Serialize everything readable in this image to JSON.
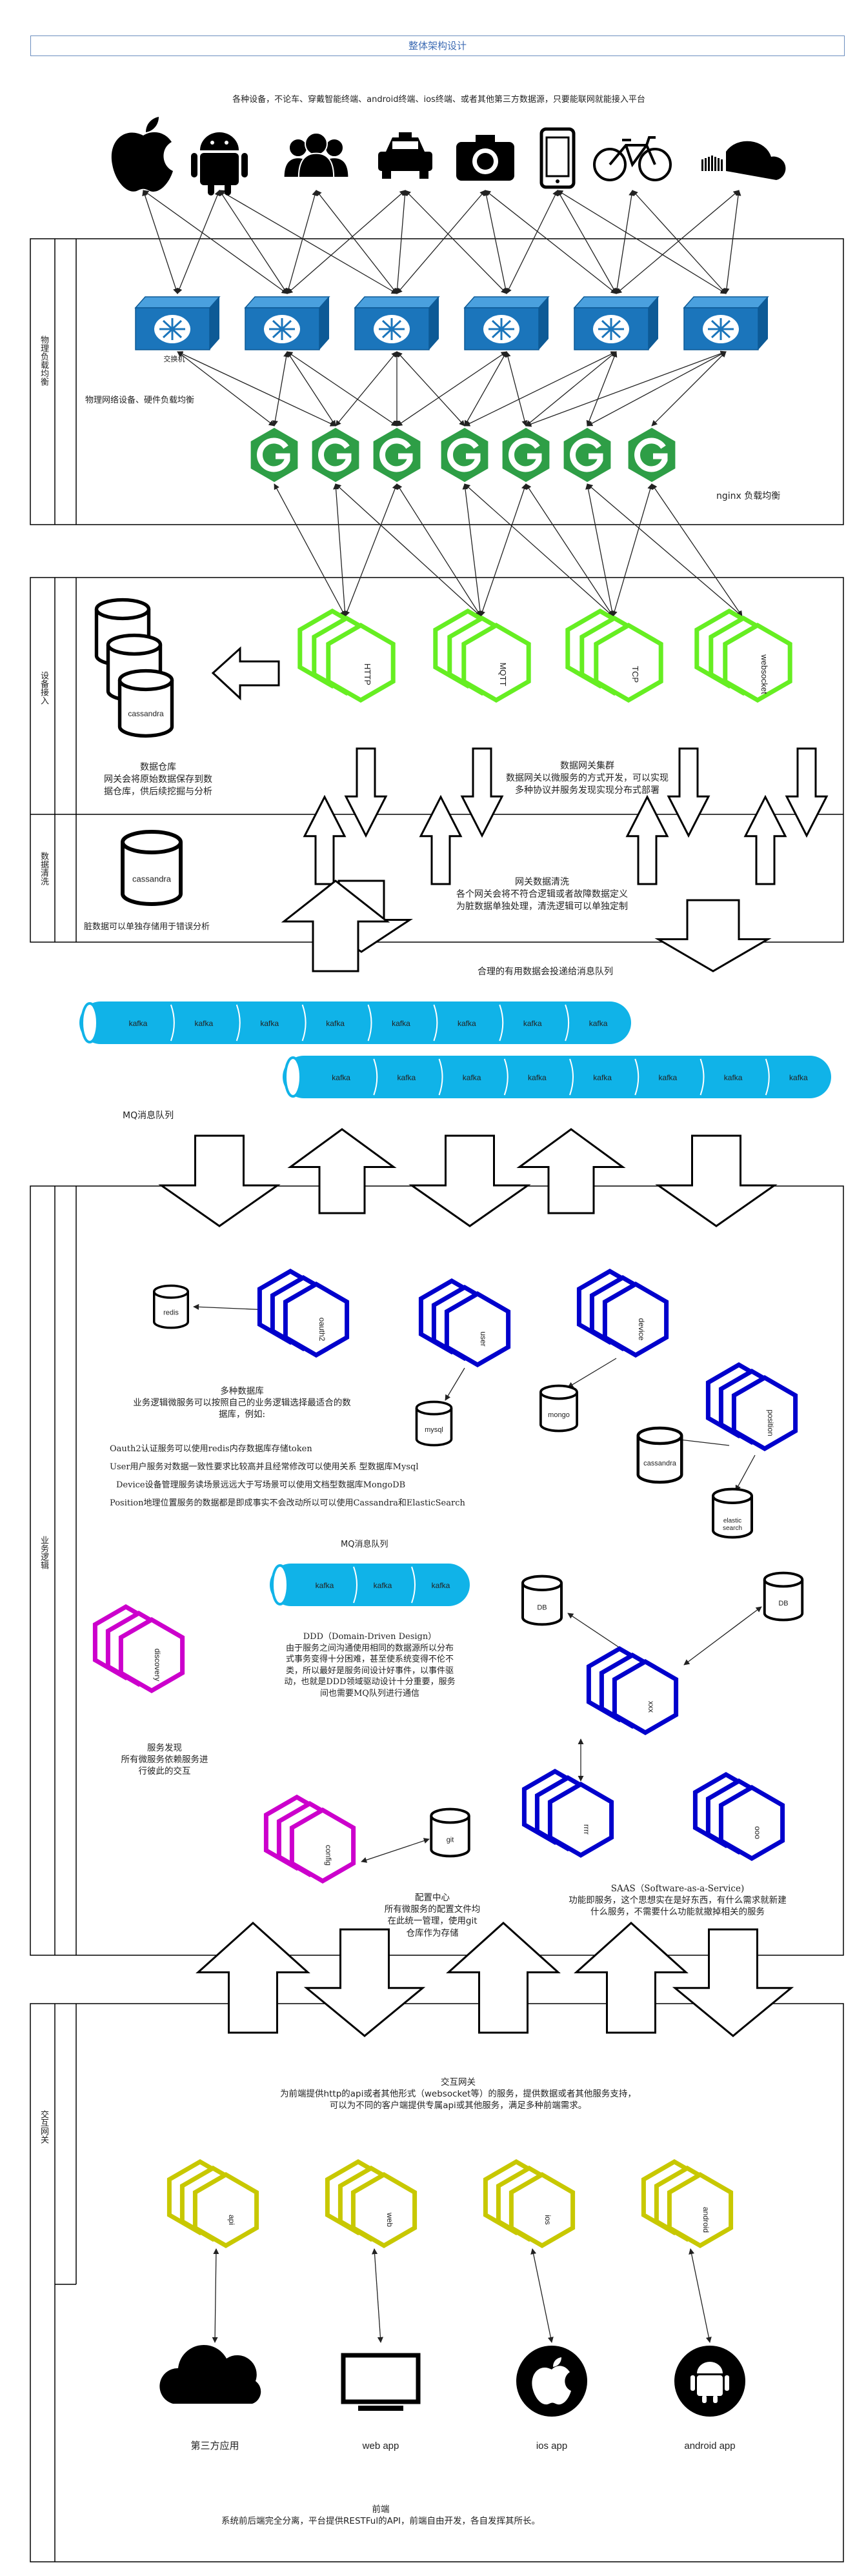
{
  "title": "整体架构设计",
  "top_caption": "各种设备，不论车、穿戴智能终端、android终端、ios终端、或者其他第三方数据源，只要能联网就能接入平台",
  "devices": [
    "apple-icon",
    "android-icon",
    "users-icon",
    "taxi-icon",
    "camera-icon",
    "phone-icon",
    "bicycle-icon",
    "soundcloud-icon"
  ],
  "lanes": {
    "physical": "物理负载均衡",
    "access": "设备接入",
    "cleaning": "数据清洗",
    "business": "业务逻辑",
    "interaction": "交互网关"
  },
  "switch_label": "交换机",
  "physical_caption": "物理网络设备、硬件负载均衡",
  "nginx_caption": "nginx 负载均衡",
  "gateways": [
    "HTTP",
    "MQTT",
    "TCP",
    "websocket"
  ],
  "warehouse": {
    "db": "cassandra",
    "caption": "数据仓库\n网关会将原始数据保存到数\n据仓库，供后续挖掘与分析"
  },
  "gateway_cluster_caption": "数据网关集群\n数据网关以微服务的方式开发，可以实现\n多种协议并服务发现实现分布式部署",
  "dirty": {
    "db": "cassandra",
    "caption": "脏数据可以单独存储用于错误分析"
  },
  "cleaning_caption": "网关数据清洗\n各个网关会将不符合逻辑或者故障数据定义\n为脏数据单独处理，清洗逻辑可以单独定制",
  "queue_caption": "合理的有用数据会投递给消息队列",
  "kafka_label": "kafka",
  "mq_caption": "MQ消息队列",
  "services": {
    "oauth2": "oauth2",
    "user": "user",
    "device": "device",
    "position": "position",
    "discovery": "discovery",
    "config": "config",
    "xxx": "xxx",
    "rrrr": "rrrr",
    "ooo": "ooo"
  },
  "stores": {
    "redis": "redis",
    "mysql": "mysql",
    "mongo": "mongo",
    "cassandra": "cassandra",
    "elastic": "elastic\nsearch",
    "git": "git",
    "db1": "DB",
    "db2": "DB"
  },
  "multi_db_caption": "多种数据库\n业务逻辑微服务可以按照自己的业务逻辑选择最适合的数\n据库，例如:",
  "multi_db_lines": [
    "Oauth2认证服务可以使用redis内存数据库存储token",
    "User用户服务对数据一致性要求比较高并且经常修改可以使用关系 型数据库Mysql",
    "Device设备管理服务读场景远远大于写场景可以使用文档型数据库MongoDB",
    "Position地理位置服务的数据都是即成事实不会改动所以可以使用Cassandra和ElasticSearch"
  ],
  "mq_small_caption": "MQ消息队列",
  "ddd_caption": "DDD（Domain-Driven Design）\n由于服务之间沟通使用相同的数据源所以分布\n式事务变得十分困难，甚至使系统变得不伦不\n类，所以最好是服务间设计好事件，以事件驱\n动，也就是DDD领域驱动设计十分重要，服务\n间也需要MQ队列进行通信",
  "discovery_caption": "服务发现\n所有微服务依赖服务进\n行彼此的交互",
  "config_caption": "配置中心\n所有微服务的配置文件均\n在此统一管理，使用git\n仓库作为存储",
  "saas_caption": "SAAS（Software-as-a-Service)\n功能即服务，这个思想实在是好东西，有什么需求就新建\n什么服务，不需要什么功能就撤掉相关的服务",
  "api_gw_caption": "交互网关\n为前端提供http的api或者其他形式（websocket等）的服务，提供数据或者其他服务支持，\n可以为不同的客户端提供专属api或其他服务，满足多种前端需求。",
  "interaction_services": [
    "api",
    "web",
    "ios",
    "android"
  ],
  "clients": [
    "第三方应用",
    "web app",
    "ios app",
    "android app"
  ],
  "frontend_caption": "前端\n系统前后端完全分离，平台提供RESTFul的API，前端自由开发，各自发挥其所长。",
  "colors": {
    "switch": "#1b75bb",
    "nginx": "#2e9e46",
    "gateway": "#66ee22",
    "kafka": "#10b3e8",
    "service": "#0000cc",
    "infra": "#cc00cc",
    "interaction": "#c8c800",
    "title": "#3d6bb3"
  }
}
